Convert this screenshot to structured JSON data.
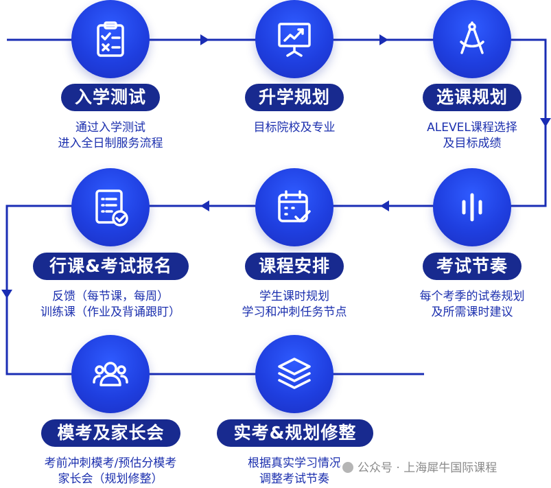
{
  "steps": [
    {
      "title": "入学测试",
      "icon": "checklist-icon",
      "lines": [
        "通过入学测试",
        "进入全日制服务流程"
      ]
    },
    {
      "title": "升学规划",
      "icon": "presentation-chart-icon",
      "lines": [
        "目标院校及专业"
      ]
    },
    {
      "title": "选课规划",
      "icon": "compass-icon",
      "lines": [
        "ALEVEL课程选择",
        "及目标成绩"
      ]
    },
    {
      "title": "考试节奏",
      "icon": "audio-bars-icon",
      "lines": [
        "每个考季的试卷规划",
        "及所需课时建议"
      ]
    },
    {
      "title": "课程安排",
      "icon": "calendar-check-icon",
      "lines": [
        "学生课时规划",
        "学习和冲刺任务节点"
      ]
    },
    {
      "title": "行课&考试报名",
      "icon": "document-check-icon",
      "lines": [
        "反馈（每节课，每周）",
        "训练课（作业及背诵跟盯）"
      ]
    },
    {
      "title": "模考及家长会",
      "icon": "users-icon",
      "lines": [
        "考前冲刺模考/预估分模考",
        "家长会（规划修整）"
      ]
    },
    {
      "title": "实考&规划修整",
      "icon": "stacked-layers-icon",
      "lines": [
        "根据真实学习情况",
        "调整考试节奏"
      ]
    }
  ],
  "watermark": "公众号 · 上海犀牛国际课程",
  "colors": {
    "primary": "#1f3fe0",
    "label_bg": "#182a8f",
    "text": "#1b2fae",
    "line": "#1a2db4"
  }
}
